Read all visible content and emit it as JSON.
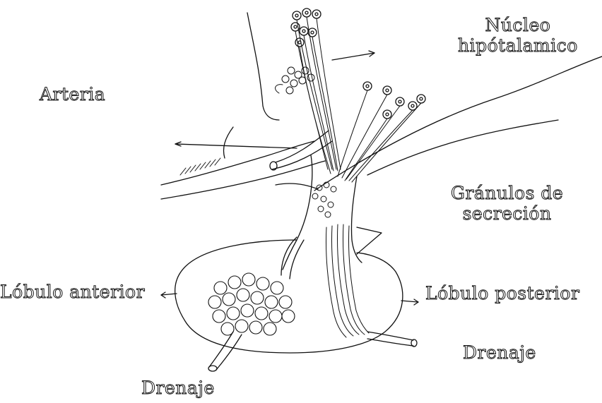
{
  "labels": {
    "nucleo": [
      "Núcleo",
      "hipótalamico"
    ],
    "arteria": "Arteria",
    "granulos": [
      "Gránulos de",
      "secreción"
    ],
    "lobulo_anterior": "Lóbulo anterior",
    "lobulo_posterior": "Lóbulo posterior",
    "drenaje_right": "Drenaje",
    "drenaje_bottom": "Drenaje"
  },
  "colors": {
    "ink": "#111111",
    "paper": "#ffffff"
  }
}
